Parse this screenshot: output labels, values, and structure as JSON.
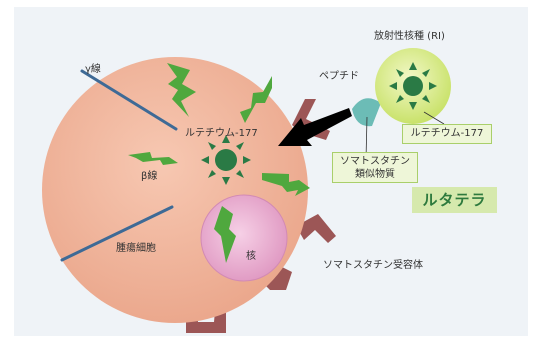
{
  "labels": {
    "gamma_ray": "γ線",
    "beta_ray": "β線",
    "lu177_cell": "ルテチウム-177",
    "tumor_cell": "腫瘍細胞",
    "nucleus": "核",
    "radionuclide": "放射性核種 (RI)",
    "peptide": "ペプチド",
    "lu177_box": "ルテチウム-177",
    "analog_line1": "ソマトスタチン",
    "analog_line2": "類似物質",
    "receptor": "ソマトスタチン受容体",
    "product": "ルタテラ"
  },
  "colors": {
    "cell_fill": "#f0b49a",
    "nucleus_fill": "#e9a6cc",
    "lightning": "#4fa83e",
    "atom": "#2a7a45",
    "receptor": "#9c5656",
    "arrow": "#e8894b",
    "gamma": "#3e6a96",
    "ri_sphere": "#d3e87a",
    "peptide_linker": "#6cbcb6",
    "box_fill": "#eef6d8",
    "box_border": "#a9cf6a",
    "brand_fill": "#d6e9ad",
    "brand_text": "#2d7a3d"
  },
  "icons": {
    "atom": "atom-burst-icon",
    "beta": "lightning-bolt-icon",
    "gamma": "ray-line-icon",
    "receptor": "receptor-icon",
    "arrow": "binding-arrow-icon"
  }
}
